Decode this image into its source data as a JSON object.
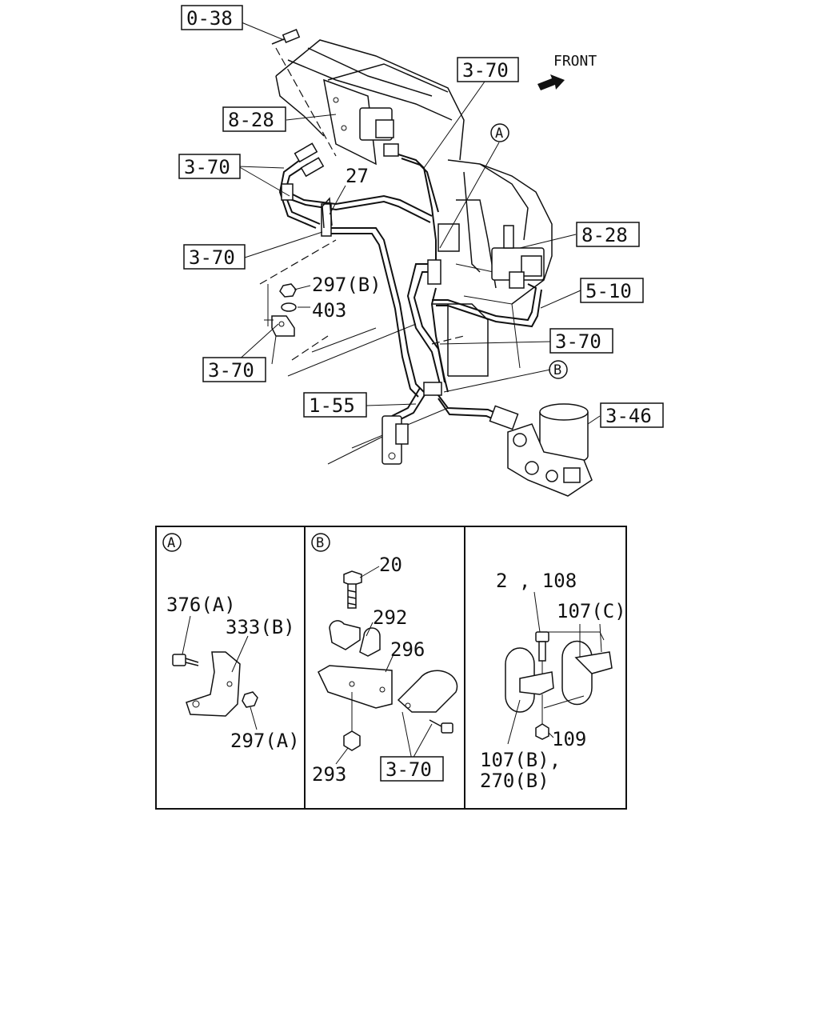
{
  "main_view": {
    "front_label": "FRONT",
    "refs": {
      "r_0_38": "0-38",
      "r_3_70_top": "3-70",
      "r_8_28_left": "8-28",
      "r_3_70_left": "3-70",
      "r_3_70_mid": "3-70",
      "r_8_28_right": "8-28",
      "r_5_10": "5-10",
      "r_3_70_right": "3-70",
      "r_3_70_bracket": "3-70",
      "r_1_55": "1-55",
      "r_3_46": "3-46"
    },
    "parts": {
      "p27": "27",
      "p297b": "297(B)",
      "p403": "403"
    },
    "callouts": {
      "a": "A",
      "b": "B"
    }
  },
  "detail_a": {
    "marker": "A",
    "p376a": "376(A)",
    "p333b": "333(B)",
    "p297a": "297(A)"
  },
  "detail_b": {
    "marker": "B",
    "p20": "20",
    "p292": "292",
    "p296": "296",
    "p293": "293",
    "ref": "3-70"
  },
  "detail_c": {
    "p2_108": "2 , 108",
    "p107c": "107(C)",
    "p109": "109",
    "p107b": "107(B),",
    "p270b": "270(B)"
  }
}
